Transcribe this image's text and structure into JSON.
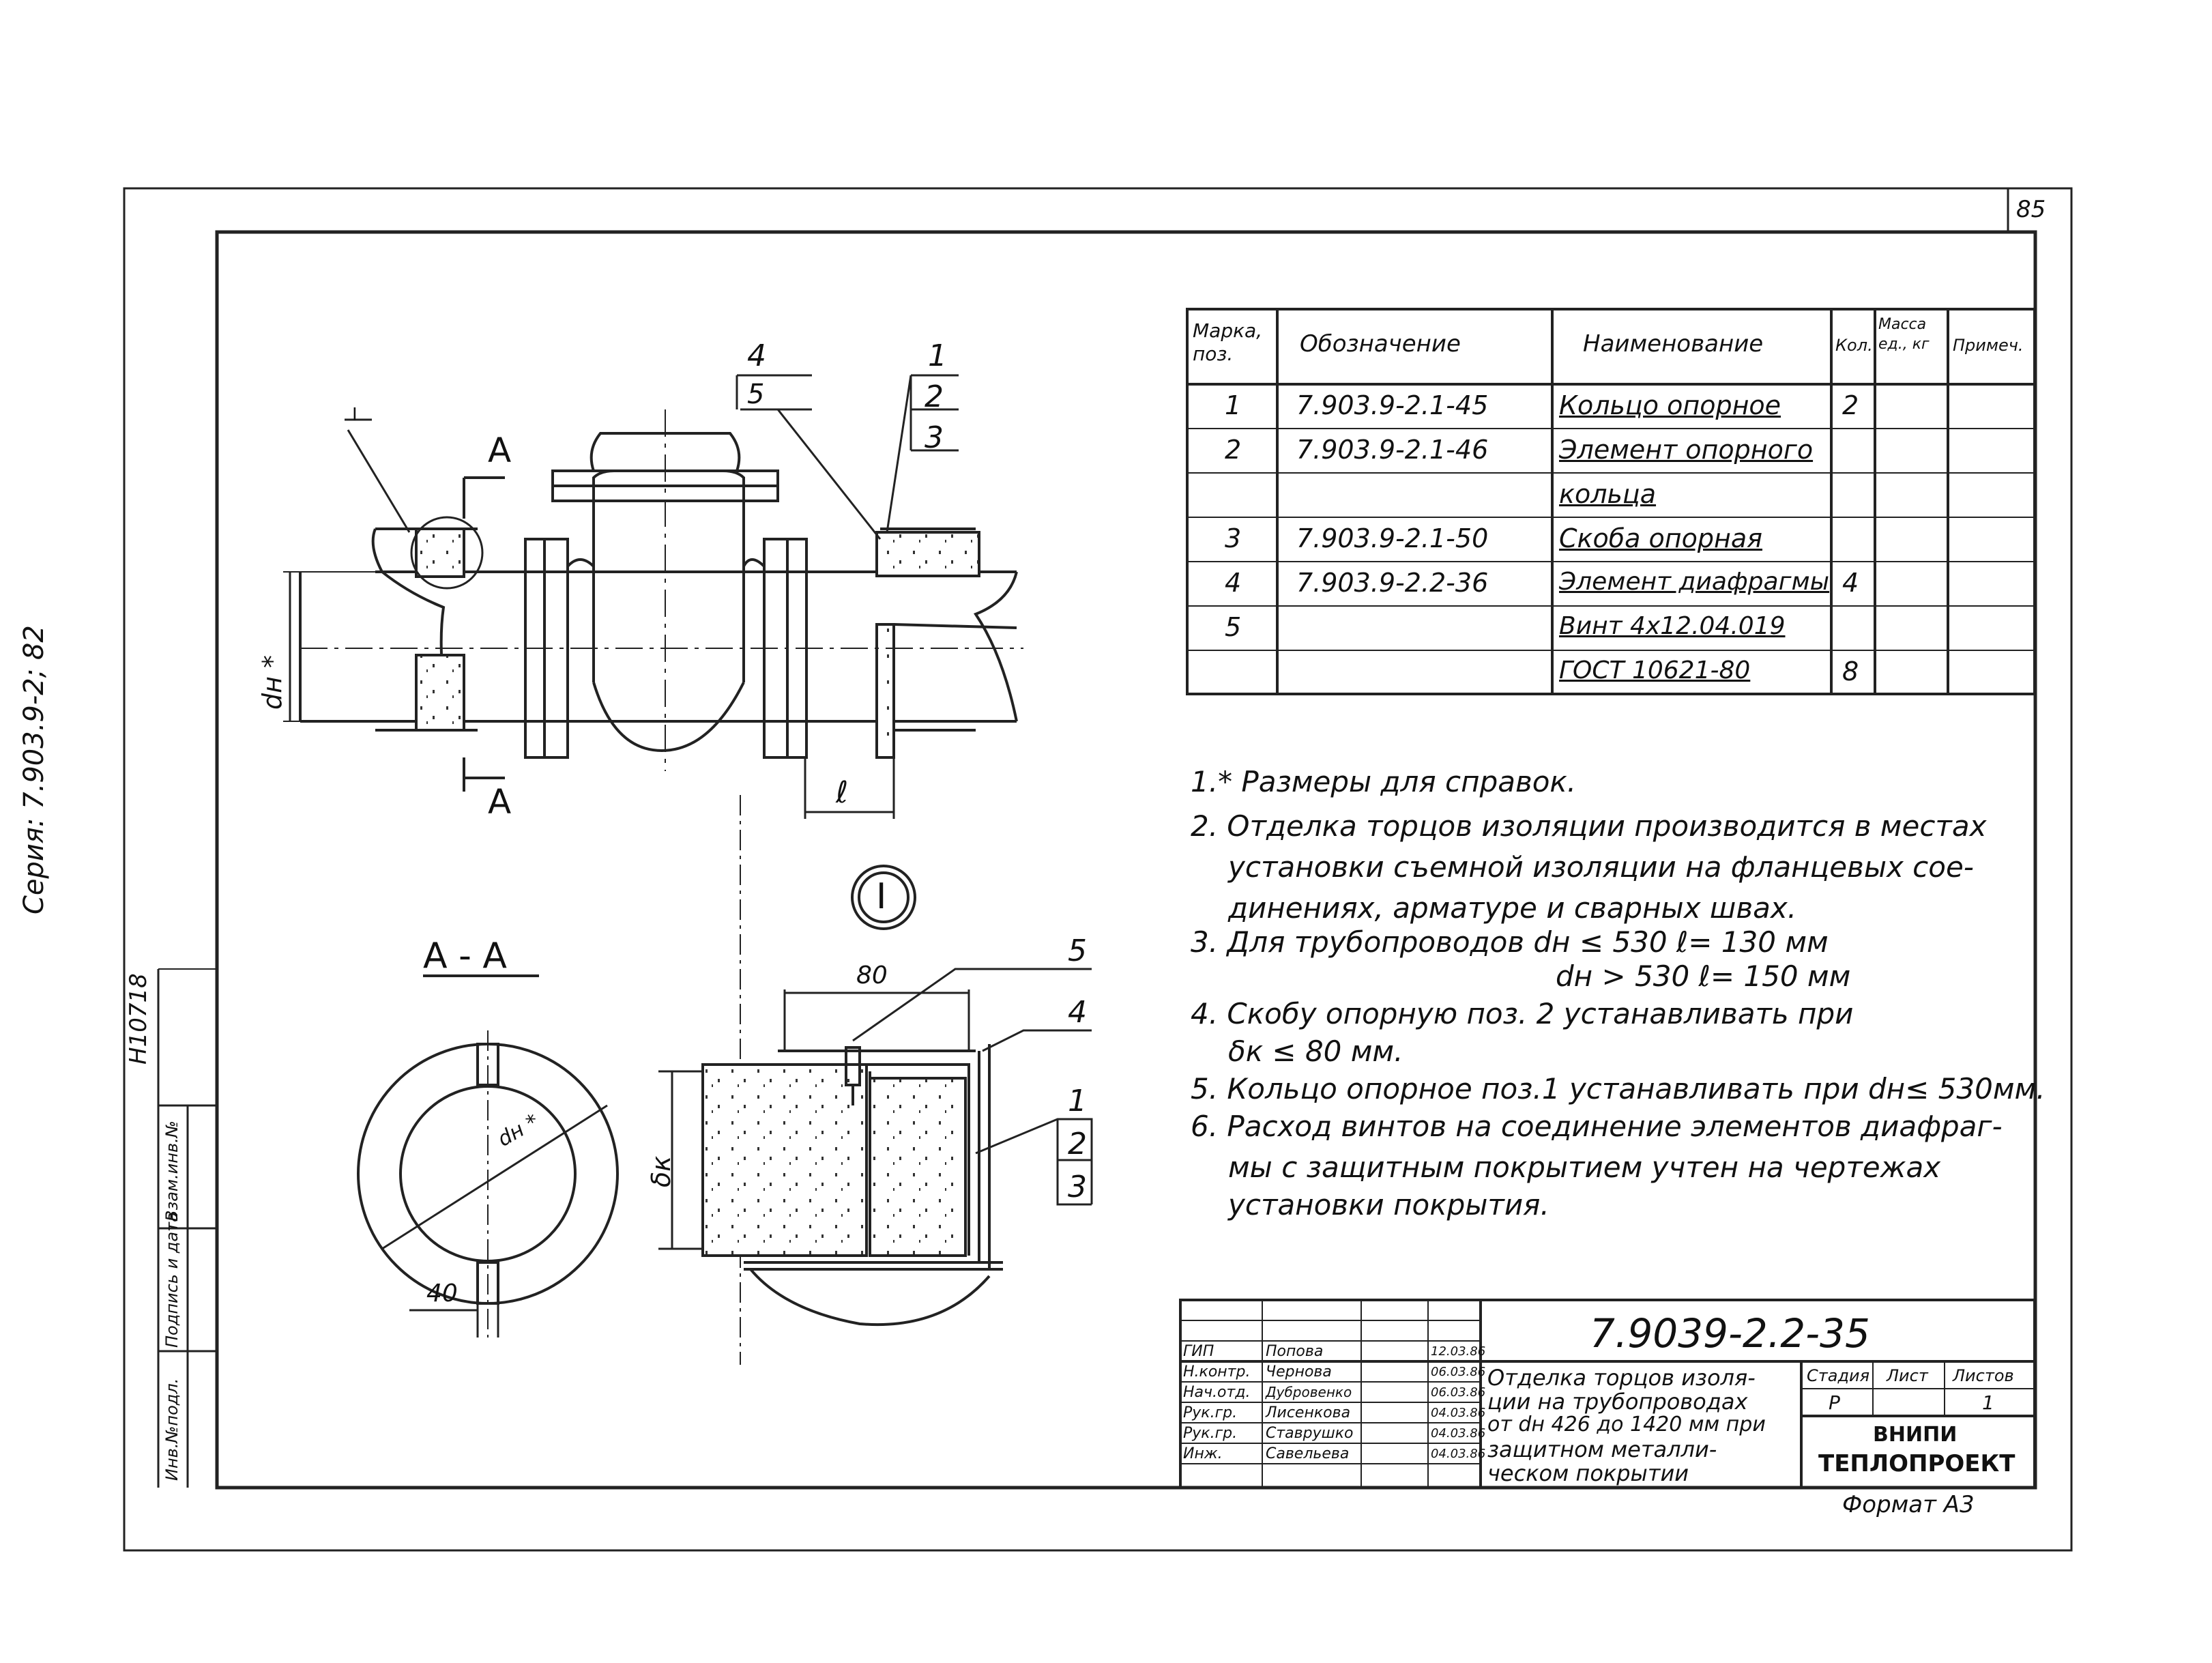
{
  "sheet": {
    "page_number": "85",
    "series_label": "Серия: 7.903.9-2; 82",
    "archive_code": "Н10718",
    "format_label": "Формат А3",
    "side_stamp": [
      "Взам.инв.№",
      "Подпись и дата",
      "Инв.№подл."
    ]
  },
  "views": {
    "main": {
      "section_marker": "А",
      "diameter_label": "dн *",
      "length_label": "ℓ",
      "callout_left_top": "4",
      "callout_left_bottom": "5",
      "callout_right": [
        "1",
        "2",
        "3"
      ],
      "detail_marker": "I"
    },
    "section_aa": {
      "title": "А - А",
      "diameter_label": "dн *",
      "dim_40": "40"
    },
    "detail": {
      "marker": "I",
      "dim_80": "80",
      "thickness_label": "δк",
      "callout_5": "5",
      "callout_4": "4",
      "callout_stack": [
        "1",
        "2",
        "3"
      ]
    }
  },
  "spec_table": {
    "headers": [
      "Марка, поз.",
      "Обозначение",
      "Наименование",
      "Кол.",
      "Масса ед., кг",
      "Примеч."
    ],
    "rows": [
      {
        "pos": "1",
        "designation": "7.903.9-2.1-45",
        "name": "Кольцо опорное",
        "qty": "2"
      },
      {
        "pos": "2",
        "designation": "7.903.9-2.1-46",
        "name": "Элемент опорного",
        "qty": ""
      },
      {
        "pos": "",
        "designation": "",
        "name": "кольца",
        "qty": ""
      },
      {
        "pos": "3",
        "designation": "7.903.9-2.1-50",
        "name": "Скоба опорная",
        "qty": ""
      },
      {
        "pos": "4",
        "designation": "7.903.9-2.2-36",
        "name": "Элемент диафрагмы",
        "qty": "4"
      },
      {
        "pos": "5",
        "designation": "",
        "name": "Винт 4х12.04.019",
        "qty": ""
      },
      {
        "pos": "",
        "designation": "",
        "name": "ГОСТ 10621-80",
        "qty": "8"
      }
    ]
  },
  "notes": [
    "1.* Размеры для справок.",
    "2. Отделка торцов изоляции производится в местах",
    "установки съемной изоляции на фланцевых сое-",
    "динениях, арматуре и сварных швах.",
    "3. Для трубопроводов    dн ≤ 530   ℓ= 130 мм",
    "dн > 530   ℓ= 150 мм",
    "4. Скобу опорную поз. 2 устанавливать при",
    "δк ≤ 80 мм.",
    "5. Кольцо опорное поз.1 устанавливать при dн≤ 530мм.",
    "6. Расход винтов на соединение элементов диафраг-",
    "мы с защитным покрытием учтен на чертежах",
    "установки покрытия."
  ],
  "title_block": {
    "doc_number": "7.9039-2.2-35",
    "title_lines": [
      "Отделка торцов изоля-",
      "ции на трубопроводах",
      "от dн 426 до 1420 мм при",
      "защитном металли-",
      "ческом покрытии"
    ],
    "roles": [
      "ГИП",
      "Н.контр.",
      "Нач.отд.",
      "Рук.гр.",
      "Рук.гр.",
      "Инж."
    ],
    "names": [
      "Попова",
      "Чернова",
      "Дубровенко",
      "Лисенкова",
      "Ставрушко",
      "Савельева"
    ],
    "dates": [
      "12.03.86",
      "06.03.86",
      "06.03.86",
      "04.03.86",
      "04.03.86",
      "04.03.86"
    ],
    "stage_header": "Стадия",
    "sheet_header": "Лист",
    "sheets_header": "Листов",
    "stage": "Р",
    "sheet": "",
    "sheets": "1",
    "org_1": "ВНИПИ",
    "org_2": "ТЕПЛОПРОЕКТ"
  }
}
